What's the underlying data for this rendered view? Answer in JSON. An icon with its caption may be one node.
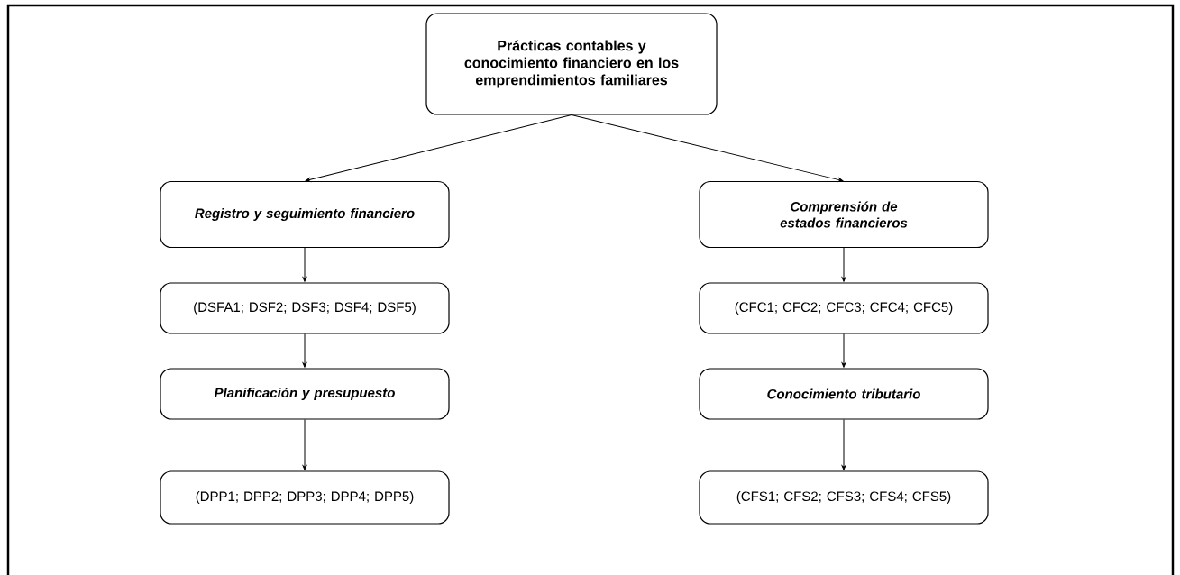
{
  "diagram": {
    "nodes": [
      {
        "text": [
          "Prácticas contables y conocimiento financiero en los emprendimientos familiares"
        ]
      },
      {
        "text": [
          "Registro y seguimiento financiero"
        ]
      },
      {
        "text": [
          "Comprensión de estados financieros"
        ]
      },
      {
        "text": [
          "(DSFA1; DSF2; DSF3; DSF4; DSF5)"
        ]
      },
      {
        "text": [
          "(CFC1; CFC2; CFC3; CFC4; CFC5)"
        ]
      },
      {
        "text": [
          "Planificación y presupuesto"
        ]
      },
      {
        "text": [
          "Conocimiento tributario"
        ]
      },
      {
        "text": [
          "(DPP1; DPP2; DPP3; DPP4; DPP5)"
        ]
      },
      {
        "text": [
          "(CFS1; CFS2; CFS3; CFS4; CFS5)"
        ]
      }
    ],
    "edges": [
      {
        "from": 0,
        "to": 1,
        "arrow": "to"
      },
      {
        "from": 0,
        "to": 2,
        "arrow": "to"
      },
      {
        "from": 1,
        "to": 3,
        "arrow": "to"
      },
      {
        "from": 2,
        "to": 4,
        "arrow": "to"
      },
      {
        "from": 3,
        "to": 5,
        "arrow": "to"
      },
      {
        "from": 4,
        "to": 6,
        "arrow": "to"
      },
      {
        "from": 5,
        "to": 7,
        "arrow": "to"
      },
      {
        "from": 6,
        "to": 8,
        "arrow": "to"
      }
    ]
  }
}
